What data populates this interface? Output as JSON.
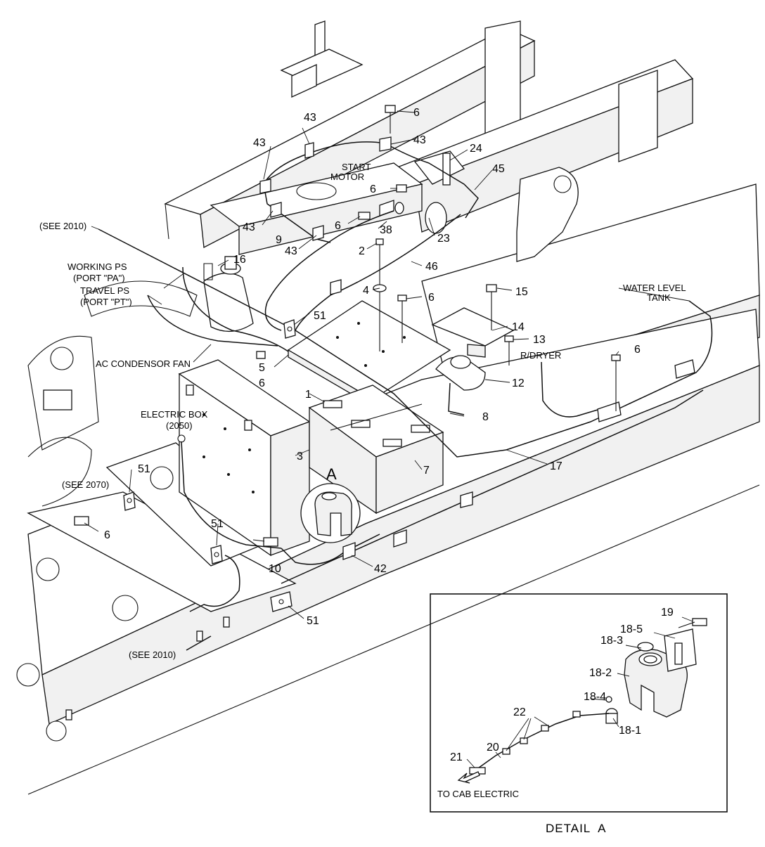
{
  "callouts": {
    "c1": "1",
    "c2": "2",
    "c3": "3",
    "c4": "4",
    "c5": "5",
    "c6a": "6",
    "c6b": "6",
    "c6c": "6",
    "c6d": "6",
    "c6e": "6",
    "c6f": "6",
    "c6g": "6",
    "c7": "7",
    "c8": "8",
    "c9": "9",
    "c10": "10",
    "c12": "12",
    "c13": "13",
    "c14": "14",
    "c15": "15",
    "c16": "16",
    "c17": "17",
    "c23": "23",
    "c24": "24",
    "c38": "38",
    "c42": "42",
    "c45": "45",
    "c46": "46",
    "c43a": "43",
    "c43b": "43",
    "c43c": "43",
    "c43d": "43",
    "c43e": "43",
    "c51a": "51",
    "c51b": "51",
    "c51c": "51",
    "c51d": "51"
  },
  "labels": {
    "see2010_top": "(SEE 2010)",
    "see2010_bottom": "(SEE 2010)",
    "see2070": "(SEE 2070)",
    "start_motor_1": "START",
    "start_motor_2": "MOTOR",
    "working_ps_1": "WORKING PS",
    "working_ps_2": "(PORT \"PA\")",
    "travel_ps_1": "TRAVEL PS",
    "travel_ps_2": "(PORT \"PT\")",
    "water_level_1": "WATER LEVEL",
    "water_level_2": "TANK",
    "rdryer": "R/DRYER",
    "ac_condensor": "AC CONDENSOR FAN",
    "electric_box_1": "ELECTRIC BOX",
    "electric_box_2": "(2050)",
    "detail_marker": "A"
  },
  "detail": {
    "title": "DETAIL  A",
    "to_cab": "TO CAB ELECTRIC",
    "callouts": {
      "d19": "19",
      "d18_5": "18-5",
      "d18_3": "18-3",
      "d18_2": "18-2",
      "d18_4": "18-4",
      "d18_1": "18-1",
      "d22": "22",
      "d20": "20",
      "d21": "21"
    }
  }
}
